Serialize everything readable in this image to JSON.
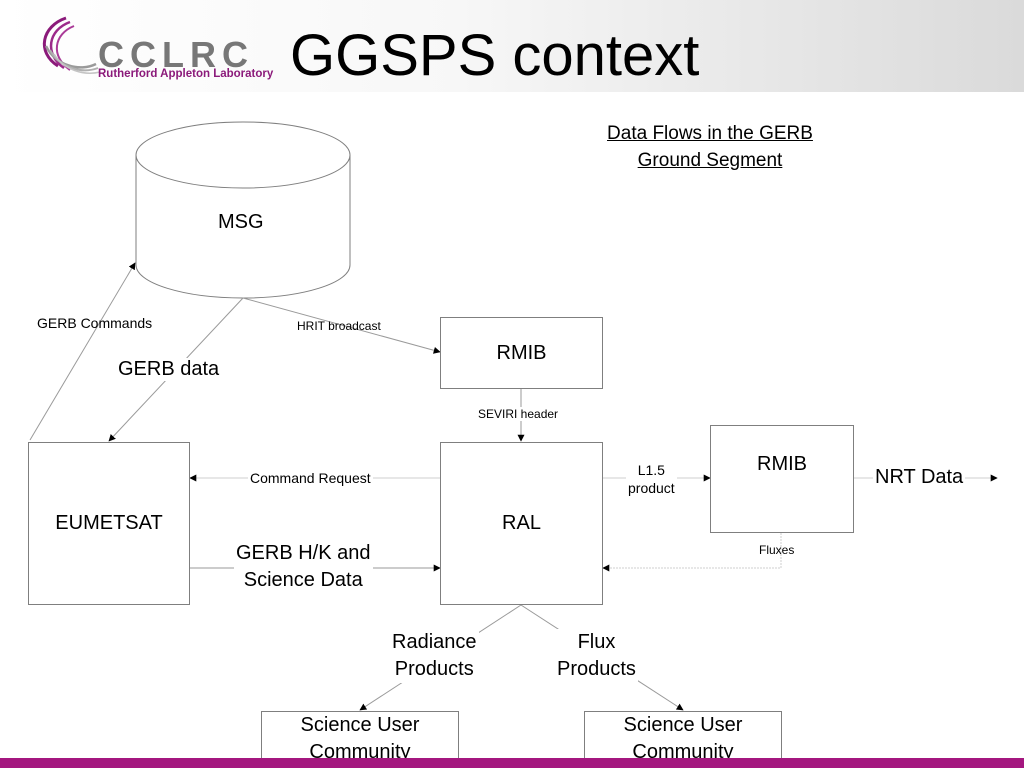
{
  "header": {
    "logo_text": "CCLRC",
    "logo_subtitle": "Rutherford Appleton Laboratory",
    "title": "GGSPS context"
  },
  "caption": {
    "line1": "Data Flows in the GERB",
    "line2": "Ground Segment"
  },
  "nodes": {
    "msg": "MSG",
    "rmib_top": "RMIB",
    "eumetsat": "EUMETSAT",
    "ral": "RAL",
    "rmib_right": "RMIB",
    "science_user_left": {
      "line1": "Science User",
      "line2": "Community"
    },
    "science_user_right": {
      "line1": "Science User",
      "line2": "Community"
    }
  },
  "flows": {
    "gerb_commands": "GERB Commands",
    "hrit_broadcast": "HRIT broadcast",
    "gerb_data": "GERB data",
    "seviri_header": "SEVIRI header",
    "command_request": "Command Request",
    "l15_product": {
      "line1": "L1.5",
      "line2": "product"
    },
    "nrt_data": "NRT Data",
    "fluxes": "Fluxes",
    "gerb_hk": {
      "line1": "GERB H/K and",
      "line2": "Science Data"
    },
    "radiance_products": {
      "line1": "Radiance",
      "line2": "Products"
    },
    "flux_products": {
      "line1": "Flux",
      "line2": "Products"
    }
  },
  "colors": {
    "accent_bar": "#a4177f",
    "logo_purple": "#8b1a7a",
    "logo_gray": "#777777",
    "line_gray": "#7f7f7f"
  }
}
